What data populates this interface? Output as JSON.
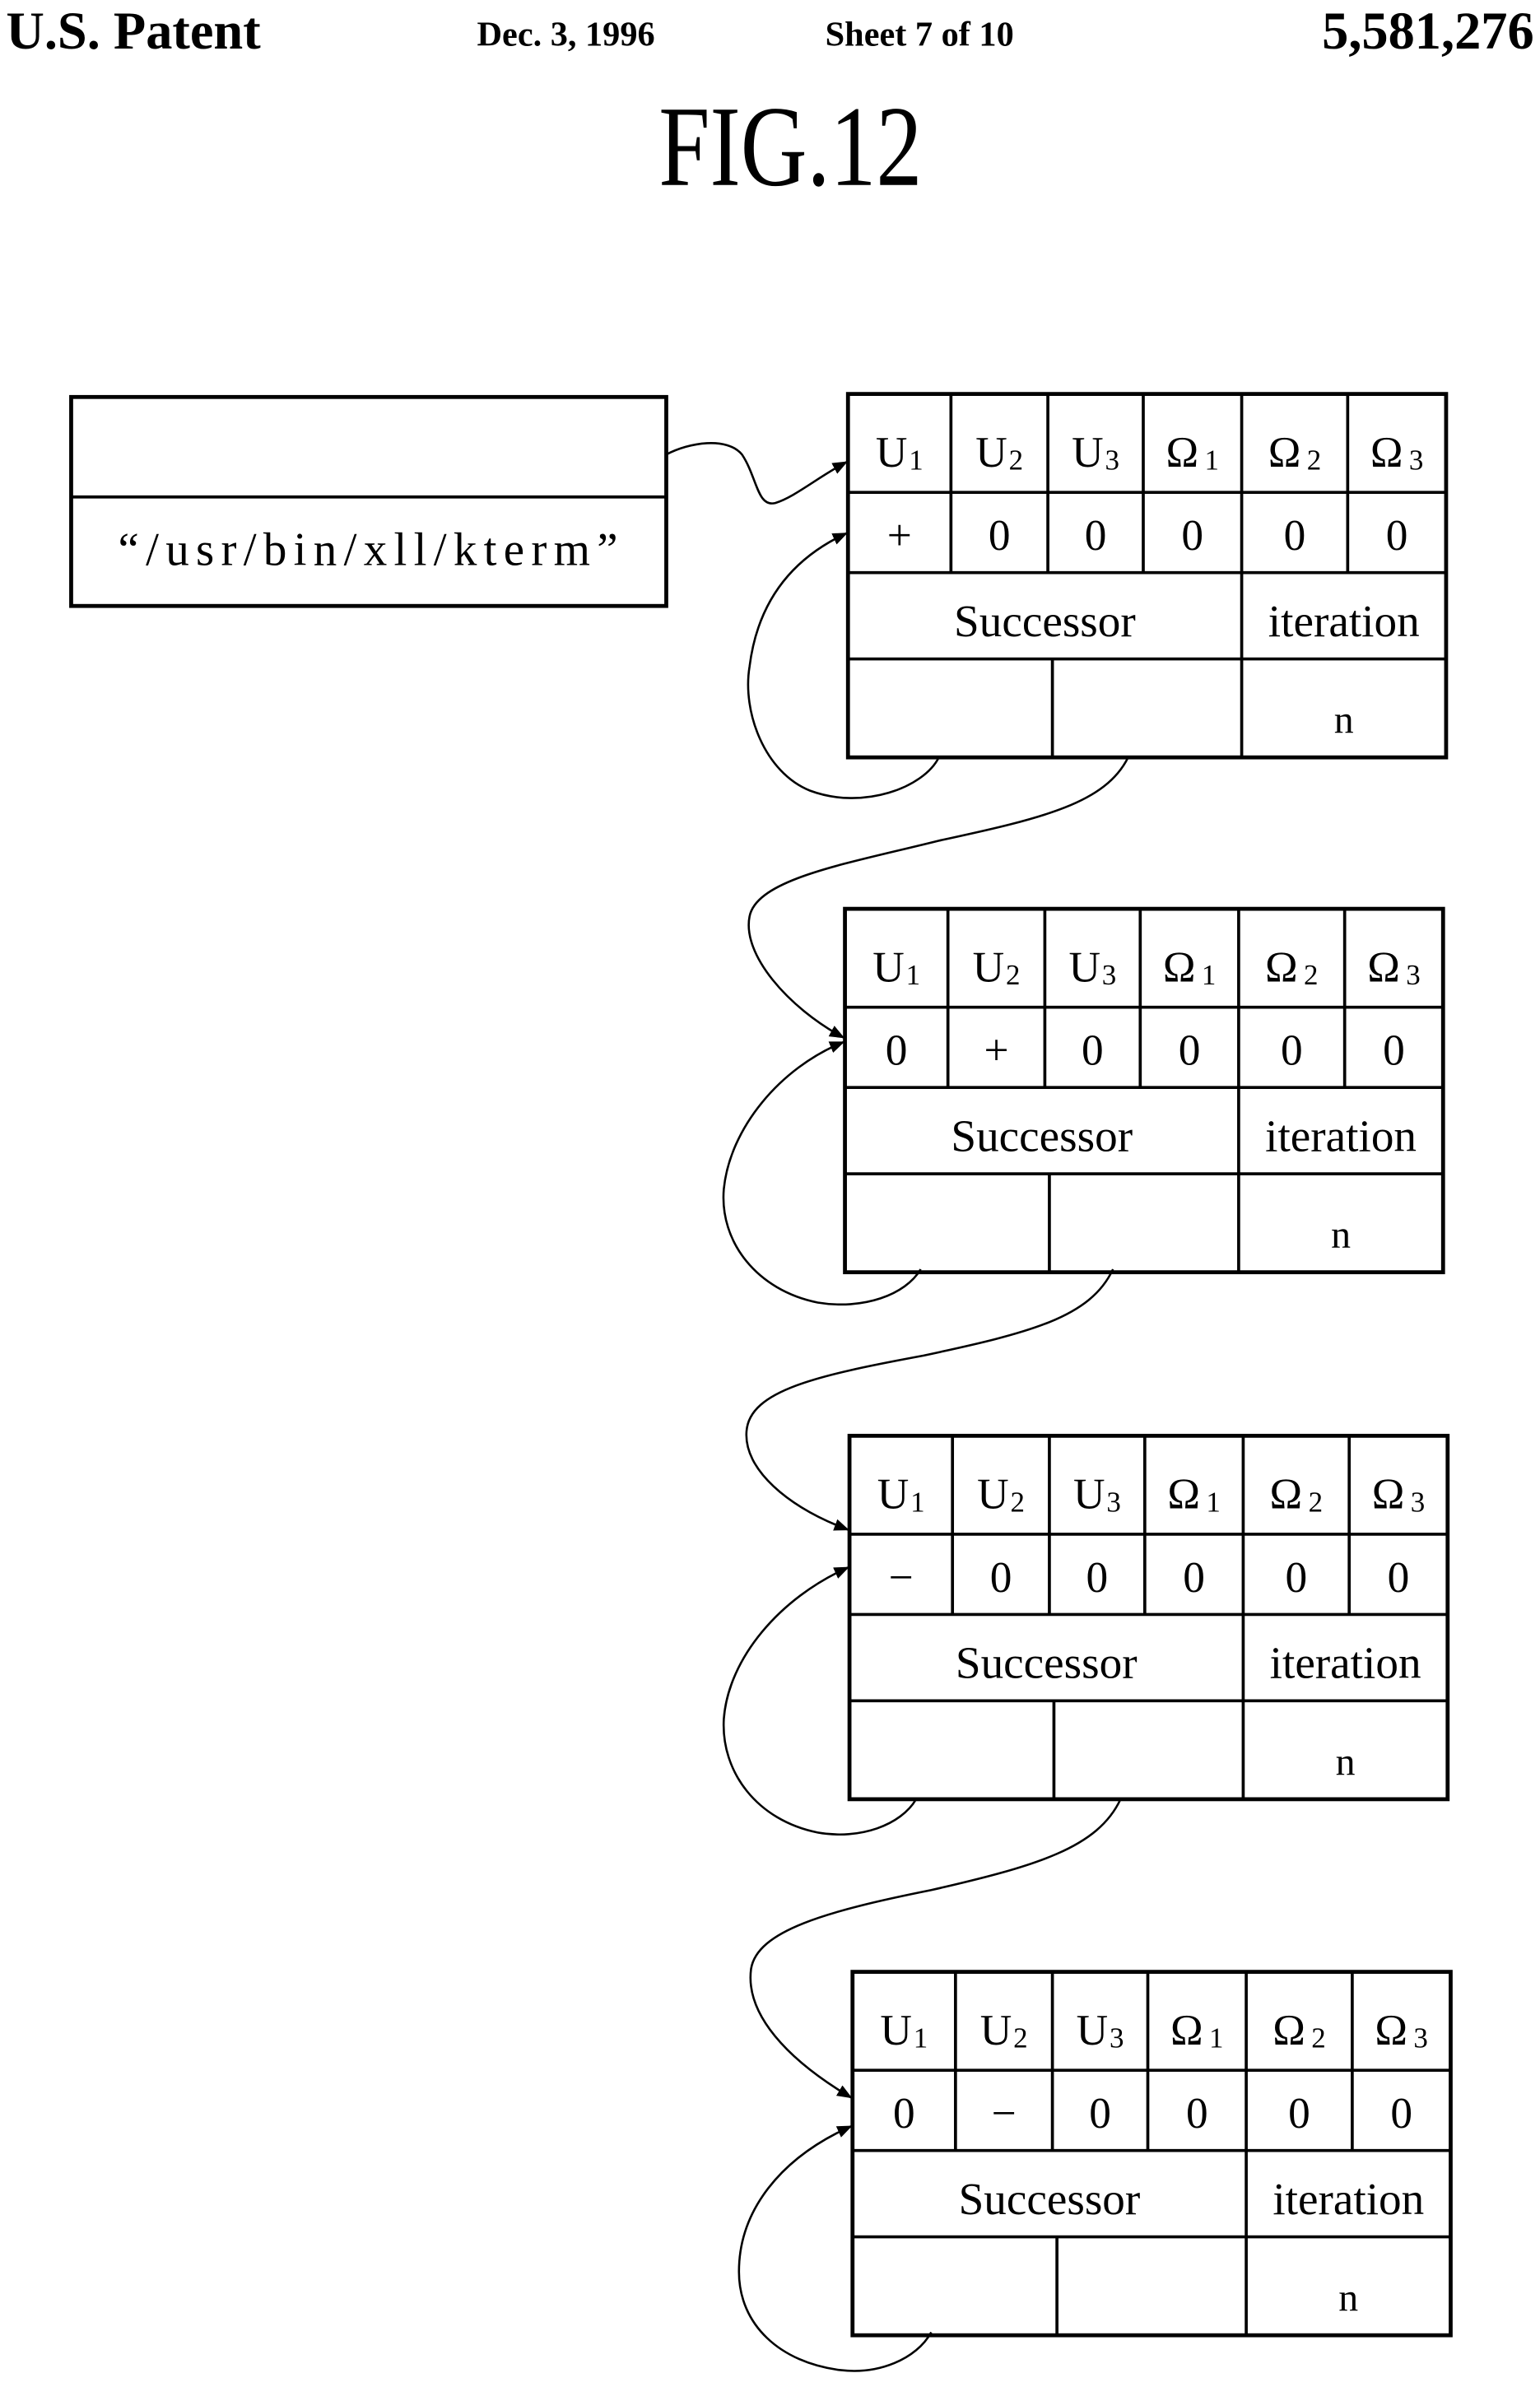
{
  "header": {
    "patent_label": "U.S. Patent",
    "date": "Dec. 3, 1996",
    "sheet": "Sheet 7 of 10",
    "patent_number": "5,581,276"
  },
  "figure_label": "FIG.12",
  "file_box": {
    "path": "“/usr/bin/xll/kterm”"
  },
  "nodes": [
    {
      "columns": [
        {
          "symbol": "U",
          "index": "1"
        },
        {
          "symbol": "U",
          "index": "2"
        },
        {
          "symbol": "U",
          "index": "3"
        },
        {
          "symbol": "Ω",
          "index": "1"
        },
        {
          "symbol": "Ω",
          "index": "2"
        },
        {
          "symbol": "Ω",
          "index": "3"
        }
      ],
      "values": [
        "+",
        "0",
        "0",
        "0",
        "0",
        "0"
      ],
      "successor_label": "Successor",
      "iteration_label": "iteration",
      "iteration_value": "n"
    },
    {
      "columns": [
        {
          "symbol": "U",
          "index": "1"
        },
        {
          "symbol": "U",
          "index": "2"
        },
        {
          "symbol": "U",
          "index": "3"
        },
        {
          "symbol": "Ω",
          "index": "1"
        },
        {
          "symbol": "Ω",
          "index": "2"
        },
        {
          "symbol": "Ω",
          "index": "3"
        }
      ],
      "values": [
        "0",
        "+",
        "0",
        "0",
        "0",
        "0"
      ],
      "successor_label": "Successor",
      "iteration_label": "iteration",
      "iteration_value": "n"
    },
    {
      "columns": [
        {
          "symbol": "U",
          "index": "1"
        },
        {
          "symbol": "U",
          "index": "2"
        },
        {
          "symbol": "U",
          "index": "3"
        },
        {
          "symbol": "Ω",
          "index": "1"
        },
        {
          "symbol": "Ω",
          "index": "2"
        },
        {
          "symbol": "Ω",
          "index": "3"
        }
      ],
      "values": [
        "−",
        "0",
        "0",
        "0",
        "0",
        "0"
      ],
      "successor_label": "Successor",
      "iteration_label": "iteration",
      "iteration_value": "n"
    },
    {
      "columns": [
        {
          "symbol": "U",
          "index": "1"
        },
        {
          "symbol": "U",
          "index": "2"
        },
        {
          "symbol": "U",
          "index": "3"
        },
        {
          "symbol": "Ω",
          "index": "1"
        },
        {
          "symbol": "Ω",
          "index": "2"
        },
        {
          "symbol": "Ω",
          "index": "3"
        }
      ],
      "values": [
        "0",
        "−",
        "0",
        "0",
        "0",
        "0"
      ],
      "successor_label": "Successor",
      "iteration_label": "iteration",
      "iteration_value": "n"
    }
  ]
}
